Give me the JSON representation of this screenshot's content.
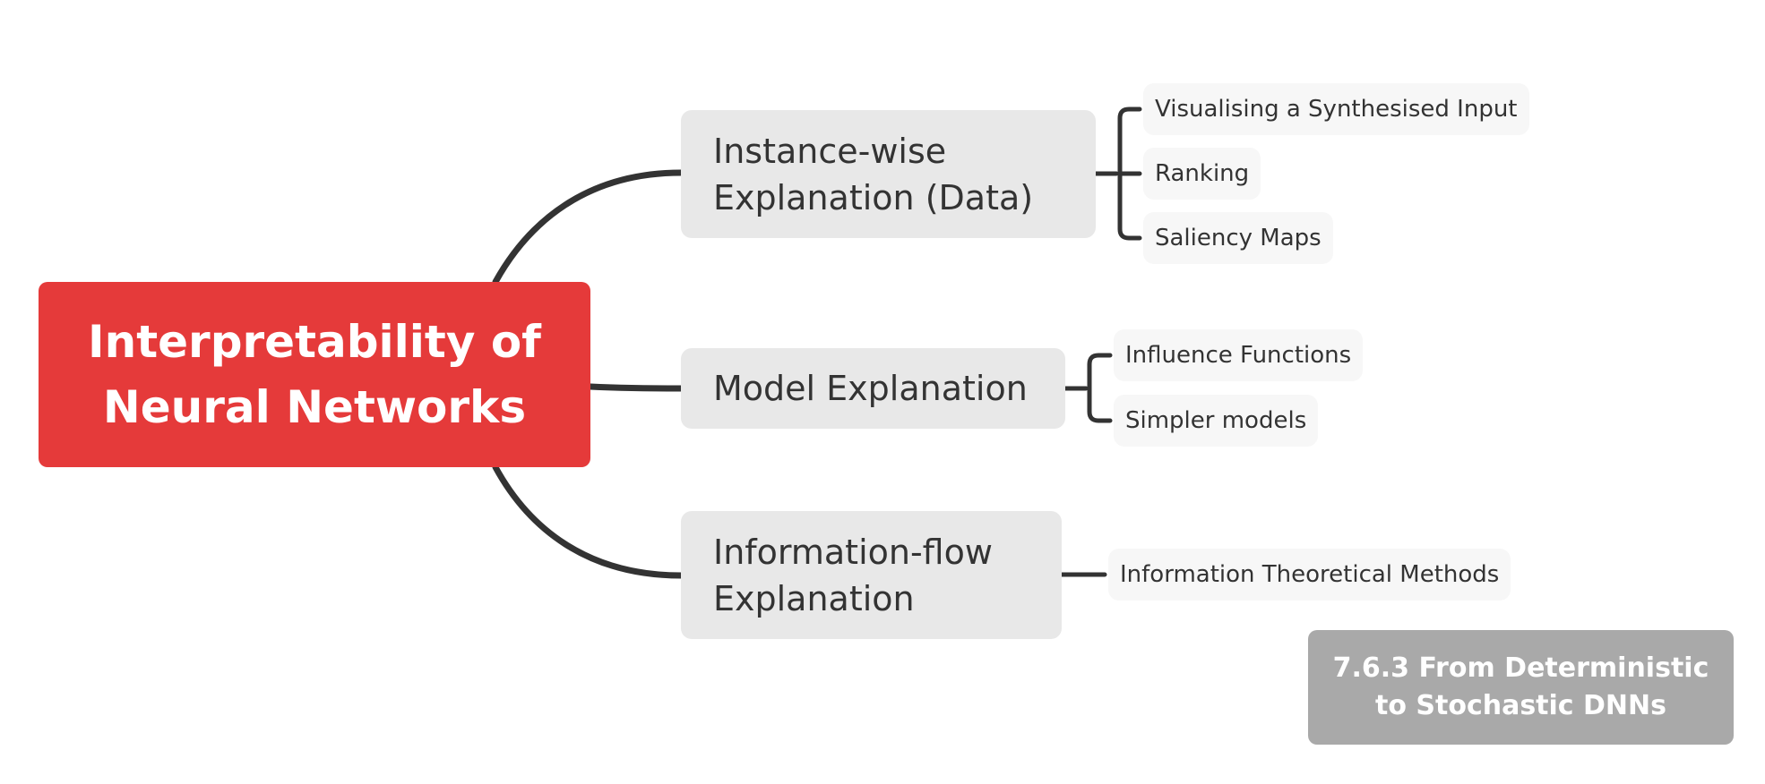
{
  "diagram": {
    "root": {
      "label": "Interpretability of Neural Networks"
    },
    "branches": [
      {
        "label": "Instance-wise Explanation (Data)",
        "children": [
          "Visualising a Synthesised Input",
          "Ranking",
          "Saliency Maps"
        ]
      },
      {
        "label": "Model Explanation",
        "children": [
          "Influence Functions",
          "Simpler models"
        ]
      },
      {
        "label": "Information-flow Explanation",
        "children": [
          "Information Theoretical Methods"
        ]
      }
    ],
    "footer": {
      "label": "7.6.3 From Deterministic to Stochastic DNNs"
    }
  },
  "colors": {
    "root_fill": "#e53a3a",
    "branch_fill": "#e8e8e8",
    "leaf_fill": "#f7f7f7",
    "footer_fill": "#a9a9a9",
    "connector": "#333333",
    "text": "#333333"
  }
}
